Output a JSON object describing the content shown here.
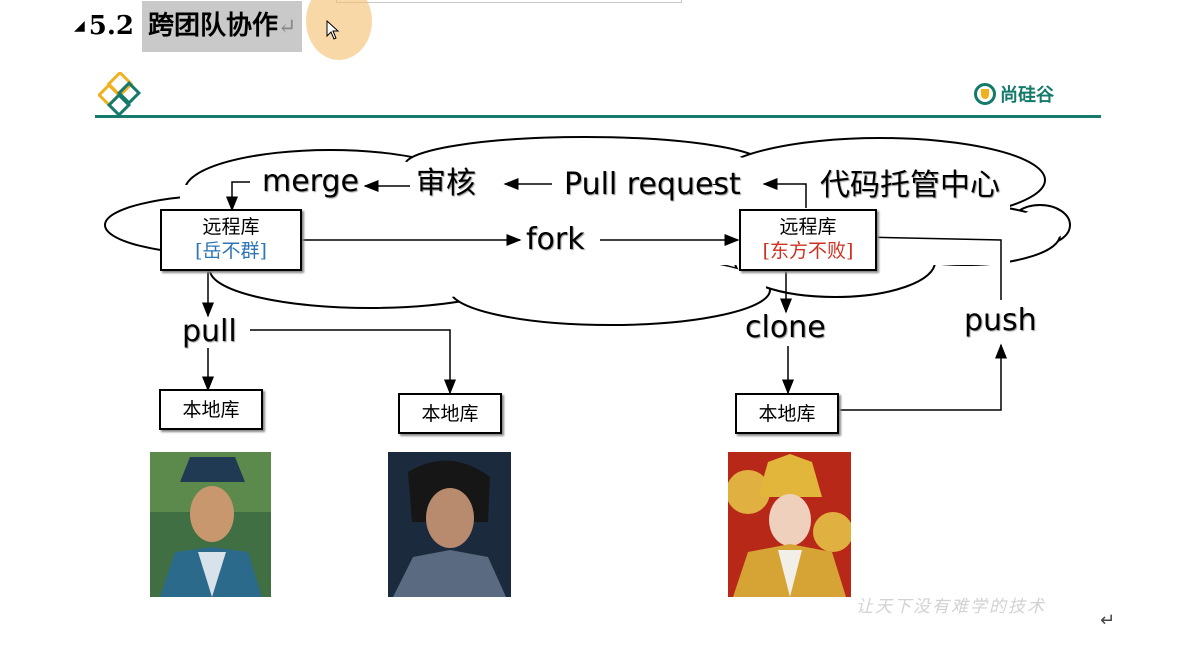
{
  "header": {
    "section_number": "5.2",
    "section_title": "跨团队协作",
    "title_mark": "↵"
  },
  "brand": {
    "logo_text": "尚硅谷"
  },
  "diagram": {
    "cloud_label": "代码托管中心",
    "merge": "merge",
    "review": "审核",
    "pull_request": "Pull request",
    "fork": "fork",
    "pull": "pull",
    "clone": "clone",
    "push": "push",
    "remote_left": {
      "label": "远程库",
      "owner": "[岳不群]"
    },
    "remote_right": {
      "label": "远程库",
      "owner": "[东方不败]"
    },
    "local_1": "本地库",
    "local_2": "本地库",
    "local_3": "本地库"
  },
  "footer": {
    "slogan": "让天下没有难学的技术",
    "para_mark": "↵"
  },
  "colors": {
    "brand": "#157a6a",
    "owner_left": "#2e75b6",
    "owner_right": "#d03020"
  }
}
